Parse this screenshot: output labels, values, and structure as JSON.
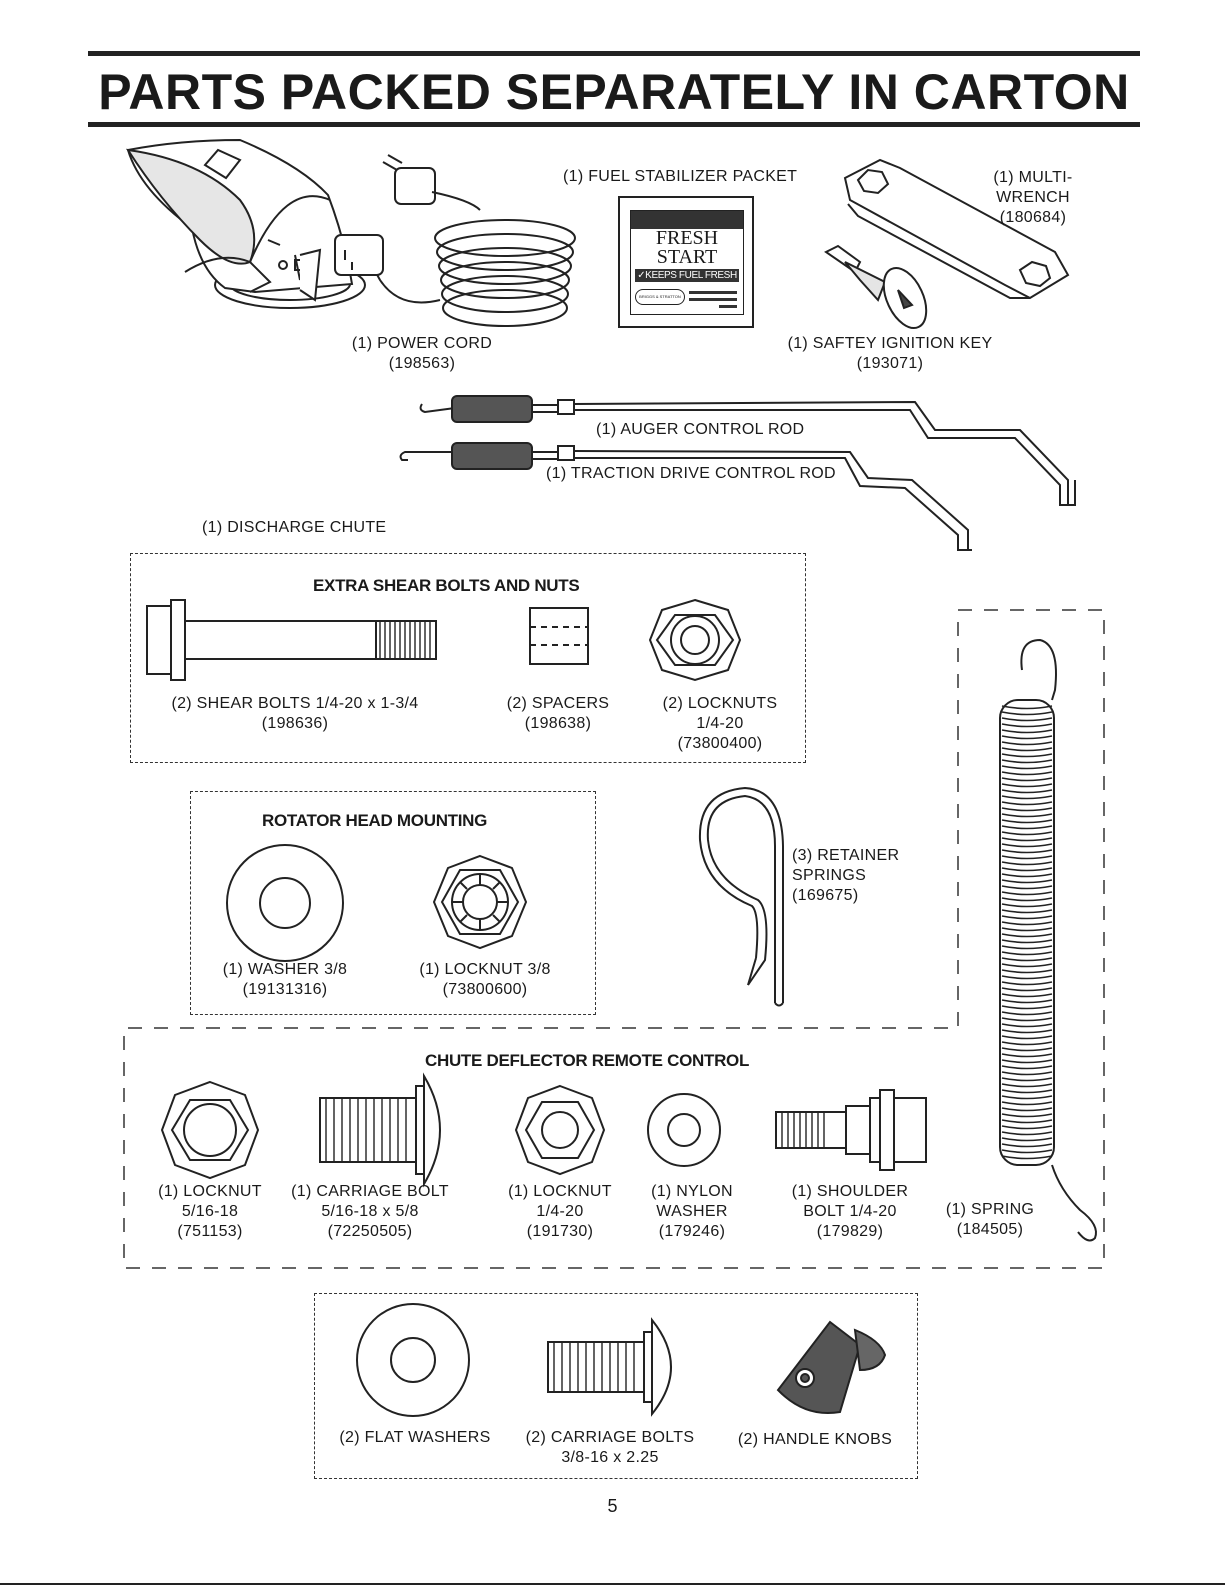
{
  "page": {
    "title": "PARTS PACKED SEPARATELY IN CARTON",
    "page_number": "5"
  },
  "top_parts": {
    "discharge_chute": {
      "name": "(1) DISCHARGE CHUTE"
    },
    "power_cord": {
      "name": "(1) POWER CORD",
      "part": "(198563)"
    },
    "fuel_stabilizer": {
      "name": "(1) FUEL STABILIZER PACKET",
      "packet_line1": "FRESH",
      "packet_line2": "START",
      "packet_tagline": "✓KEEPS FUEL FRESH",
      "packet_brand": "BRIGGS & STRATTON"
    },
    "multi_wrench": {
      "name_line1": "(1) MULTI-",
      "name_line2": "WRENCH",
      "part": "(180684)"
    },
    "ignition_key": {
      "name": "(1) SAFTEY IGNITION KEY",
      "part": "(193071)"
    },
    "auger_rod": {
      "name": "(1) AUGER CONTROL ROD"
    },
    "traction_rod": {
      "name": "(1) TRACTION DRIVE CONTROL ROD"
    }
  },
  "shear_section": {
    "title": "EXTRA SHEAR BOLTS AND NUTS",
    "bolts": {
      "name": "(2) SHEAR BOLTS 1/4-20 x 1-3/4",
      "part": "(198636)"
    },
    "spacers": {
      "name": "(2) SPACERS",
      "part": "(198638)"
    },
    "locknuts": {
      "name": "(2) LOCKNUTS",
      "size": "1/4-20",
      "part": "(73800400)"
    }
  },
  "rotator_section": {
    "title": "ROTATOR HEAD MOUNTING",
    "washer": {
      "name": "(1) WASHER 3/8",
      "part": "(19131316)"
    },
    "locknut": {
      "name": "(1) LOCKNUT 3/8",
      "part": "(73800600)"
    }
  },
  "retainer_springs": {
    "name_line1": "(3) RETAINER",
    "name_line2": "SPRINGS",
    "part": "(169675)"
  },
  "chute_section": {
    "title": "CHUTE DEFLECTOR REMOTE CONTROL",
    "locknut_516": {
      "name": "(1) LOCKNUT",
      "size": "5/16-18",
      "part": "(751153)"
    },
    "carriage_bolt": {
      "name": "(1) CARRIAGE BOLT",
      "size": "5/16-18 x 5/8",
      "part": "(72250505)"
    },
    "locknut_14": {
      "name": "(1) LOCKNUT",
      "size": "1/4-20",
      "part": "(191730)"
    },
    "nylon_washer": {
      "name": "(1) NYLON",
      "size": "WASHER",
      "part": "(179246)"
    },
    "shoulder_bolt": {
      "name": "(1) SHOULDER",
      "size": "BOLT 1/4-20",
      "part": "(179829)"
    }
  },
  "spring": {
    "name": "(1) SPRING",
    "part": "(184505)"
  },
  "bottom_section": {
    "flat_washers": {
      "name": "(2) FLAT WASHERS"
    },
    "carriage_bolts": {
      "name": "(2) CARRIAGE BOLTS",
      "size": "3/8-16 x 2.25"
    },
    "handle_knobs": {
      "name": "(2) HANDLE KNOBS"
    }
  }
}
